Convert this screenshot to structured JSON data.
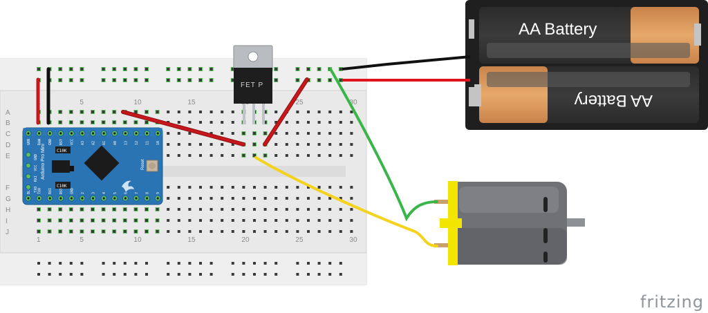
{
  "breadboard": {
    "column_labels": [
      "1",
      "5",
      "10",
      "15",
      "20",
      "25",
      "30"
    ],
    "row_labels_top": [
      "A",
      "B",
      "C",
      "D",
      "E"
    ],
    "row_labels_bottom": [
      "F",
      "G",
      "H",
      "I",
      "J"
    ]
  },
  "arduino": {
    "title": "Arduino Pro Mini",
    "top_pins": [
      "GRN",
      "RAW",
      "GND",
      "RST",
      "VCC",
      "A3",
      "A2",
      "A1",
      "A0",
      "13",
      "12",
      "11",
      "10"
    ],
    "bottom_pins": [
      "BLK",
      "TX0",
      "RXI",
      "RST",
      "GND",
      "2",
      "3",
      "4",
      "5",
      "6",
      "7",
      "8",
      "9"
    ],
    "left_pins": [
      "GND",
      "VCC",
      "RXI",
      "TXO"
    ],
    "cap_label": "C10K",
    "reset_label": "Reset"
  },
  "fet": {
    "label": "FET P"
  },
  "battery": {
    "cell_top_label": "AA Battery",
    "cell_bottom_label": "AA Battery"
  },
  "watermark": "fritzing",
  "colors": {
    "breadboard": "#e8e8e8",
    "arduino": "#2a74b4",
    "battery": "#1f1f1f",
    "motor": "#6f7175",
    "motor_mount": "#f2e600",
    "wire_red": "#c8161d",
    "wire_green": "#3ab54a",
    "wire_yellow": "#f5d21d",
    "wire_black": "#111111"
  }
}
